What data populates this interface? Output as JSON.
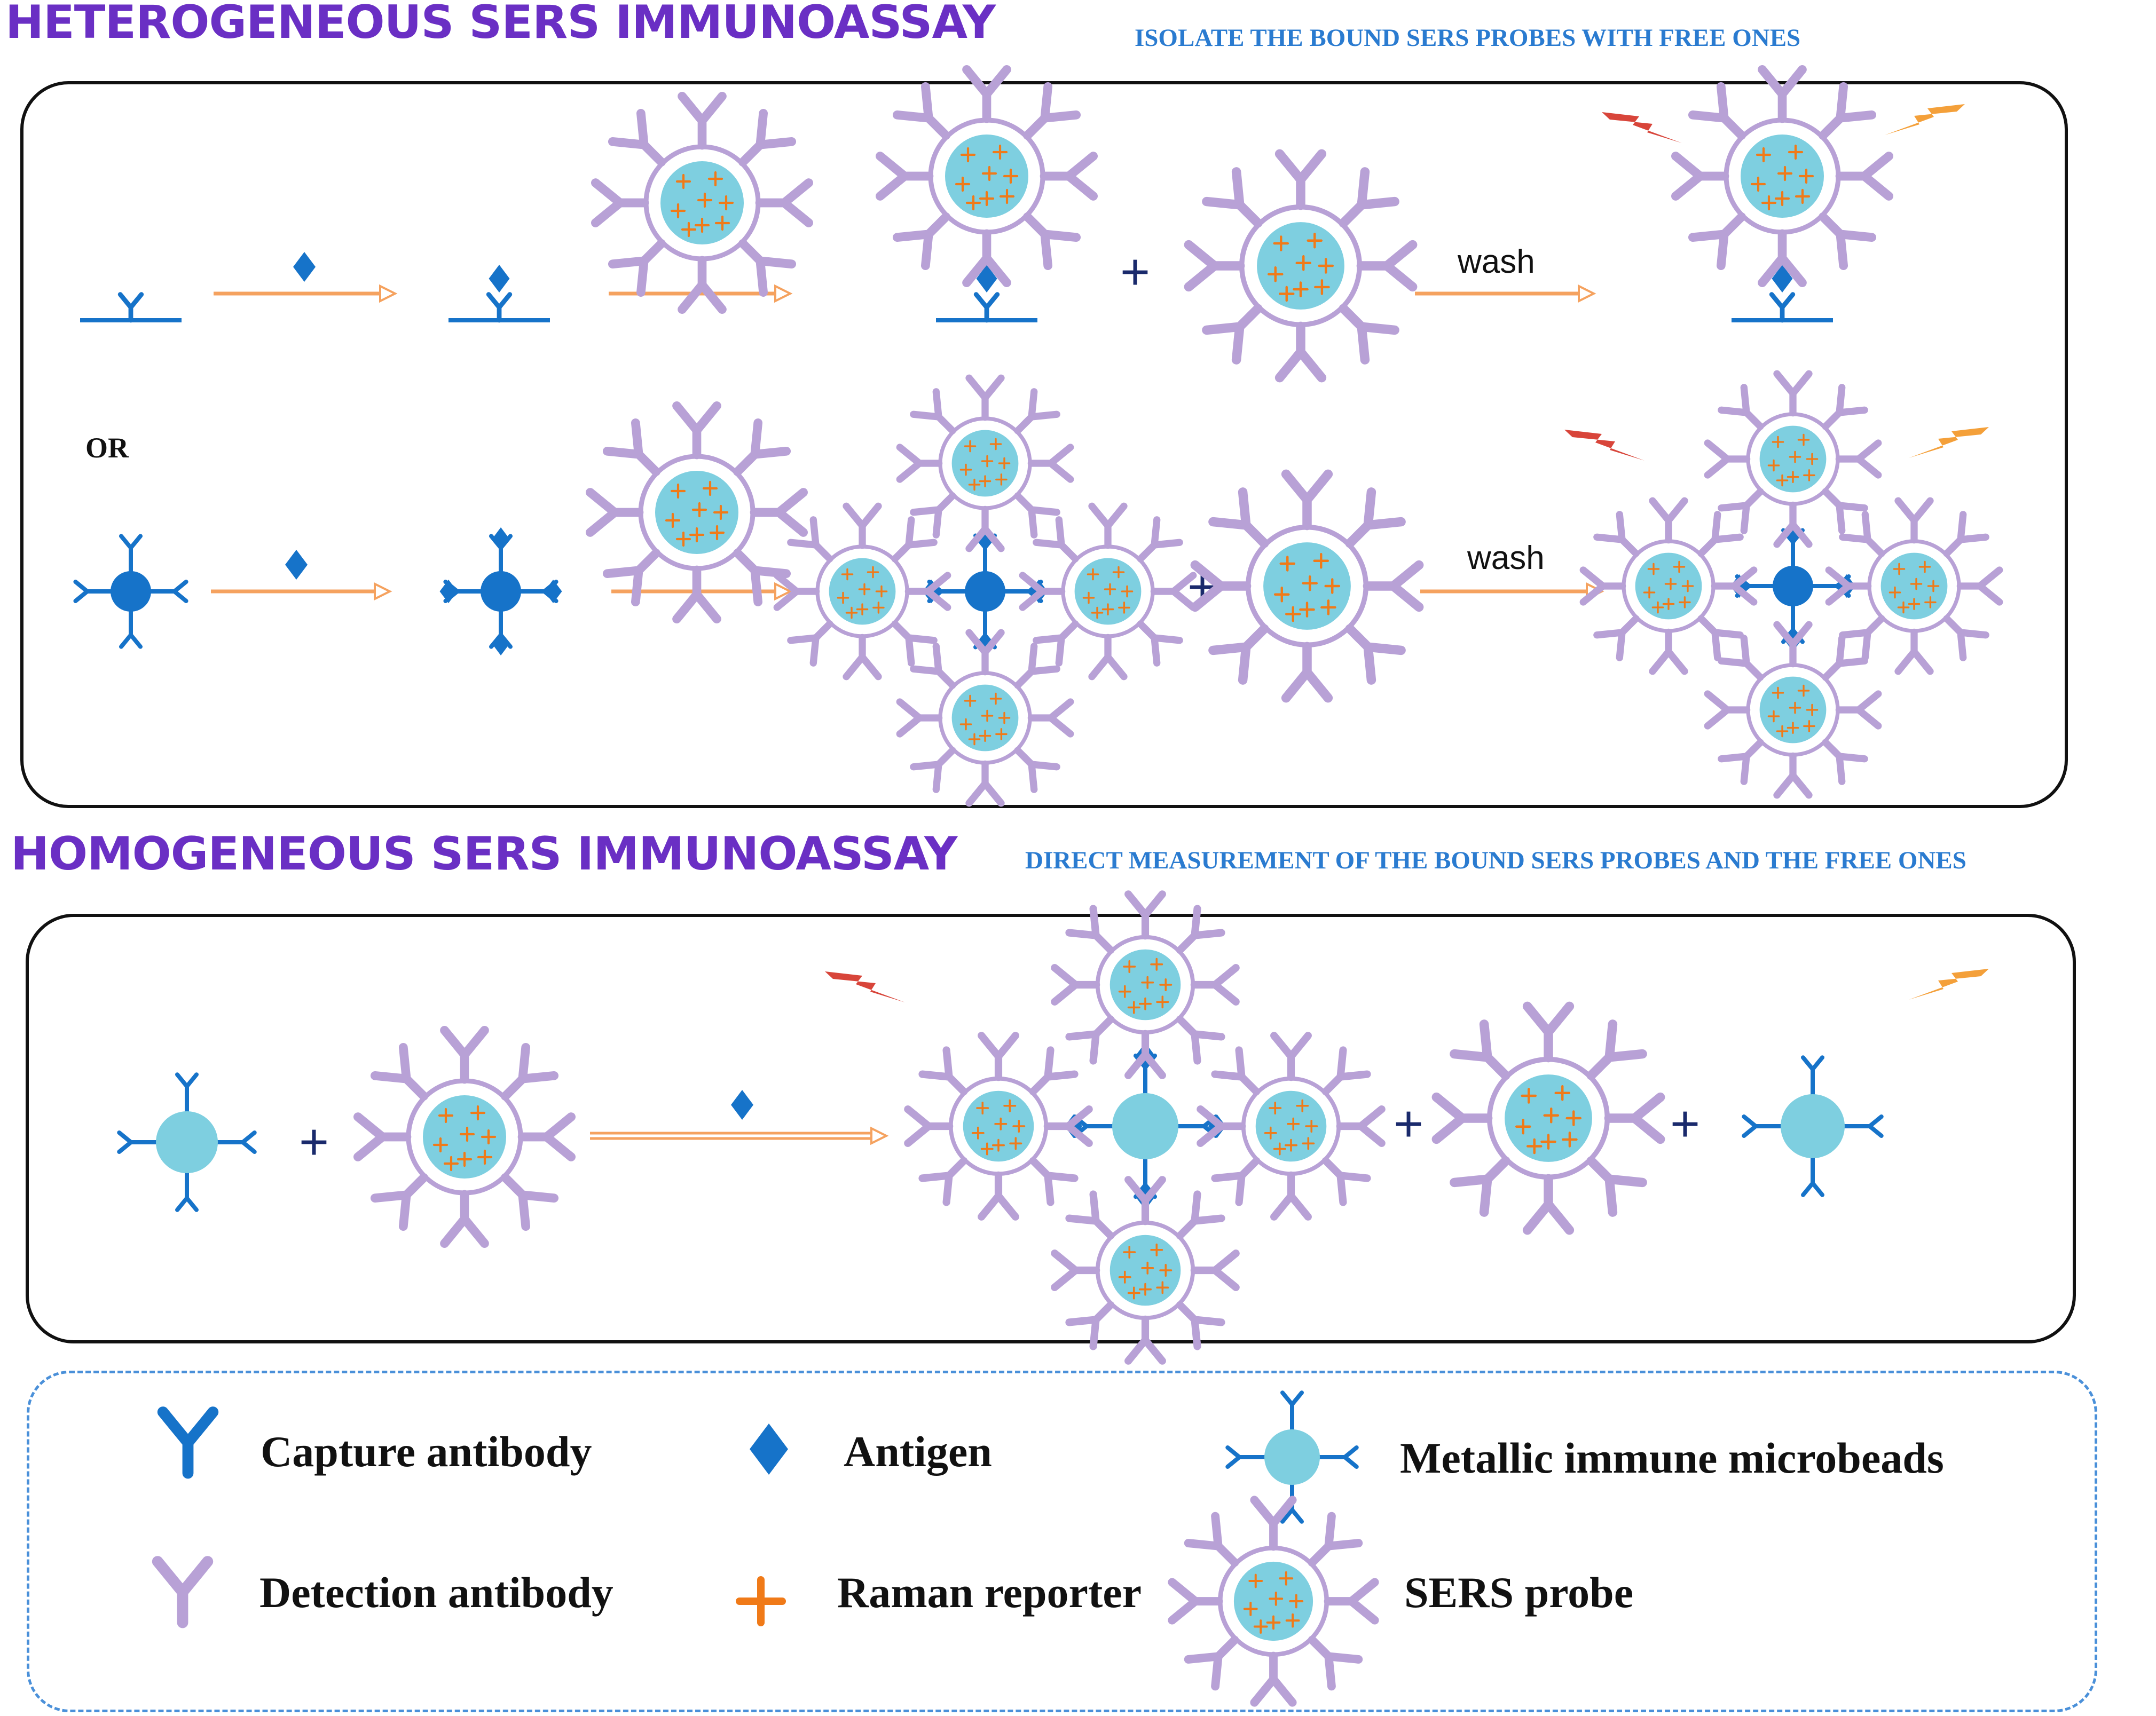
{
  "heterogeneous": {
    "title": "HETEROGENEOUS SERS IMMUNOASSAY",
    "subtitle": "ISOLATE THE BOUND SERS PROBES WITH FREE ONES",
    "or_label": "OR",
    "wash_label": "wash",
    "plus": "+"
  },
  "homogeneous": {
    "title": "HOMOGENEOUS SERS IMMUNOASSAY",
    "subtitle": "DIRECT MEASUREMENT OF THE BOUND SERS PROBES AND THE FREE ONES",
    "plus": "+"
  },
  "legend": {
    "capture_antibody": "Capture antibody",
    "antigen": "Antigen",
    "metallic_microbeads": "Metallic immune microbeads",
    "detection_antibody": "Detection antibody",
    "raman_reporter": "Raman reporter",
    "sers_probe": "SERS probe"
  },
  "colors": {
    "title_purple": "#6a2fc4",
    "subtitle_blue": "#2a7bd0",
    "capture_blue": "#1673c9",
    "detection_lilac": "#b8a1d6",
    "bead_cyan": "#7ecfe0",
    "reporter_orange": "#f07a18",
    "arrow_orange": "#f5a25f",
    "laser_red": "#d8453a",
    "laser_orange": "#f4a03a"
  }
}
